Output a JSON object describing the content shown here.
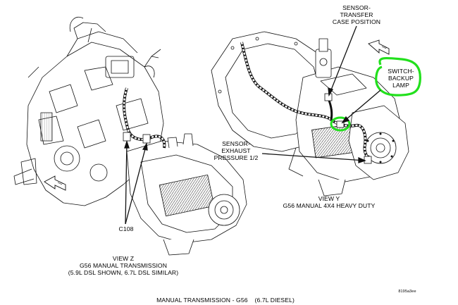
{
  "colors": {
    "line": "#111111",
    "highlight": "#22e01d",
    "background": "#ffffff"
  },
  "callouts": {
    "sensor_transfer": [
      "SENSOR-",
      "TRANSFER",
      "CASE POSITION"
    ],
    "switch_backup": [
      "SWITCH-",
      "BACKUP",
      "LAMP"
    ],
    "sensor_exhaust": [
      "SENSOR-",
      "EXHAUST",
      "PRESSURE 1/2"
    ],
    "connector_c108": "C108"
  },
  "view_y": {
    "title": "VIEW Y",
    "subtitle": "G56 MANUAL 4X4 HEAVY DUTY"
  },
  "view_z": {
    "title": "VIEW Z",
    "line1": "G56 MANUAL TRANSMISSION",
    "line2": "(5.9L DSL SHOWN, 6.7L DSL SIMILAR)"
  },
  "figure_caption": "MANUAL TRANSMISSION - G56    (6.7L DIESEL)",
  "figure_code": "8195a3ee",
  "direction_arrows": [
    "FWD-arrow-view-z",
    "FWD-arrow-view-y"
  ]
}
